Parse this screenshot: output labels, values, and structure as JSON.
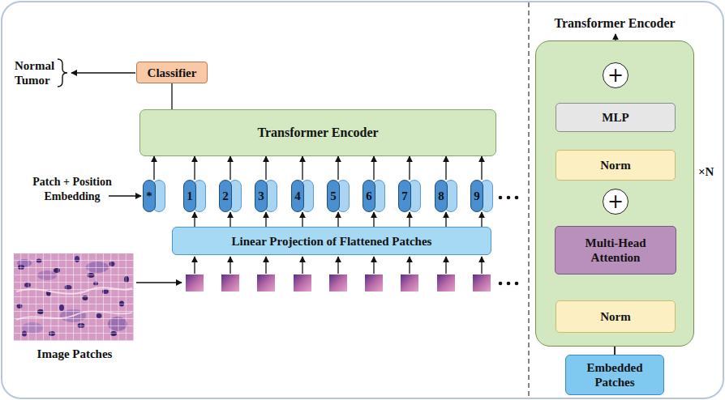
{
  "diagram": {
    "nodes": [
      {
        "text": [
          "Classifier"
        ]
      },
      {
        "text": [
          "Transformer Encoder"
        ]
      },
      {
        "text": [
          "*"
        ]
      },
      {
        "text": [
          "1"
        ]
      },
      {
        "text": [
          "2"
        ]
      },
      {
        "text": [
          "3"
        ]
      },
      {
        "text": [
          "4"
        ]
      },
      {
        "text": [
          "5"
        ]
      },
      {
        "text": [
          "6"
        ]
      },
      {
        "text": [
          "7"
        ]
      },
      {
        "text": [
          "8"
        ]
      },
      {
        "text": [
          "9"
        ]
      },
      {
        "text": [
          "Linear Projection of Flattened Patches"
        ]
      },
      {
        "text": [
          "Transformer Encoder"
        ]
      },
      {
        "text": [
          "+"
        ],
        "in": 13
      },
      {
        "text": [
          "MLP"
        ],
        "in": 13
      },
      {
        "text": [
          "Norm"
        ],
        "in": 13
      },
      {
        "text": [
          "+"
        ],
        "in": 13
      },
      {
        "text": [
          "Multi-Head Attention"
        ],
        "in": 13
      },
      {
        "text": [
          "Norm"
        ],
        "in": 13
      },
      {
        "text": [
          "Embedded Patches"
        ]
      }
    ],
    "edges": [
      {
        "from": 1,
        "to": 0,
        "arrow": "none"
      },
      {
        "from": 2,
        "to": 1,
        "arrow": "to"
      },
      {
        "from": 3,
        "to": 1,
        "arrow": "to"
      },
      {
        "from": 4,
        "to": 1,
        "arrow": "to"
      },
      {
        "from": 5,
        "to": 1,
        "arrow": "to"
      },
      {
        "from": 6,
        "to": 1,
        "arrow": "to"
      },
      {
        "from": 7,
        "to": 1,
        "arrow": "to"
      },
      {
        "from": 8,
        "to": 1,
        "arrow": "to"
      },
      {
        "from": 9,
        "to": 1,
        "arrow": "to"
      },
      {
        "from": 10,
        "to": 1,
        "arrow": "to"
      },
      {
        "from": 11,
        "to": 1,
        "arrow": "to"
      },
      {
        "from": 12,
        "to": 3,
        "arrow": "to"
      },
      {
        "from": 12,
        "to": 4,
        "arrow": "to"
      },
      {
        "from": 12,
        "to": 5,
        "arrow": "to"
      },
      {
        "from": 12,
        "to": 6,
        "arrow": "to"
      },
      {
        "from": 12,
        "to": 7,
        "arrow": "to"
      },
      {
        "from": 12,
        "to": 8,
        "arrow": "to"
      },
      {
        "from": 12,
        "to": 9,
        "arrow": "to"
      },
      {
        "from": 12,
        "to": 10,
        "arrow": "to"
      },
      {
        "from": 12,
        "to": 11,
        "arrow": "to"
      },
      {
        "from": 20,
        "to": 19,
        "arrow": "to"
      },
      {
        "from": 19,
        "to": 18,
        "arrow": "to"
      },
      {
        "from": 19,
        "to": 18,
        "arrow": "to"
      },
      {
        "from": 19,
        "to": 18,
        "arrow": "to"
      },
      {
        "from": 18,
        "to": 17,
        "arrow": "to"
      },
      {
        "from": 17,
        "to": 16,
        "arrow": "to"
      },
      {
        "from": 16,
        "to": 15,
        "arrow": "to"
      },
      {
        "from": 15,
        "to": 14,
        "arrow": "to"
      },
      {
        "from": 14,
        "to": 13,
        "arrow": "to"
      },
      {
        "from": 20,
        "to": 17,
        "arrow": "to"
      },
      {
        "from": 17,
        "to": 14,
        "arrow": "to"
      }
    ],
    "labels": [
      "Normal",
      "Tumor",
      "Patch + Position Embedding",
      "Image Patches",
      "×N"
    ]
  }
}
